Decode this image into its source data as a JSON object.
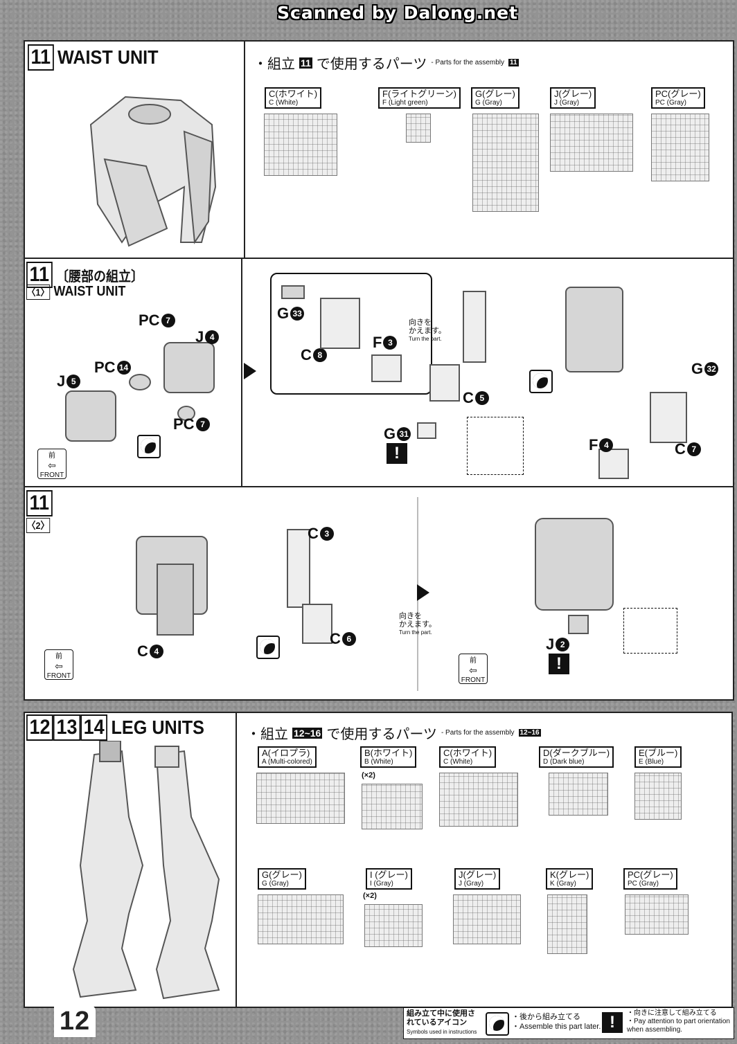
{
  "watermark": "Scanned by Dalong.net",
  "page_number": "12",
  "step11": {
    "step_num": "11",
    "title": "WAIST UNIT",
    "parts_header_pre": "・組立",
    "parts_header_num": "11",
    "parts_header_post": "で使用するパーツ",
    "parts_header_en": "- Parts for the assembly",
    "parts": [
      {
        "jp": "C(ホワイト)",
        "en": "C (White)"
      },
      {
        "jp": "F(ライトグリーン)",
        "en": "F (Light green)"
      },
      {
        "jp": "G(グレー)",
        "en": "G (Gray)"
      },
      {
        "jp": "J(グレー)",
        "en": "J (Gray)"
      },
      {
        "jp": "PC(グレー)",
        "en": "PC (Gray)"
      }
    ]
  },
  "step11_1": {
    "num": "11",
    "sub": "〈1〉",
    "title_jp": "〔腰部の組立〕",
    "title_en": "WAIST UNIT",
    "labels": [
      "PC7",
      "J4",
      "PC14",
      "J5",
      "PC7",
      "G33",
      "C8",
      "F3",
      "C5",
      "G31",
      "G32",
      "F4",
      "C7"
    ],
    "turn_jp": "向きを\nかえます。",
    "turn_en": "Turn the part.",
    "front_jp": "前",
    "front_en": "FRONT"
  },
  "step11_2": {
    "num": "11",
    "sub": "〈2〉",
    "labels": [
      "C3",
      "C4",
      "C6",
      "J2"
    ],
    "turn_jp": "向きを\nかえます。",
    "turn_en": "Turn the part.",
    "front_jp": "前",
    "front_en": "FRONT"
  },
  "step12": {
    "nums": [
      "12",
      "13",
      "14"
    ],
    "title": "LEG UNITS",
    "parts_header_pre": "・組立",
    "parts_header_range": "12~16",
    "parts_header_post": "で使用するパーツ",
    "parts_header_en": "- Parts for the assembly",
    "parts_row1": [
      {
        "jp": "A(イロプラ)",
        "en": "A (Multi-colored)",
        "qty": ""
      },
      {
        "jp": "B(ホワイト)",
        "en": "B (White)",
        "qty": "(×2)"
      },
      {
        "jp": "C(ホワイト)",
        "en": "C (White)",
        "qty": ""
      },
      {
        "jp": "D(ダークブルー)",
        "en": "D (Dark blue)",
        "qty": ""
      },
      {
        "jp": "E(ブルー)",
        "en": "E (Blue)",
        "qty": ""
      }
    ],
    "parts_row2": [
      {
        "jp": "G(グレー)",
        "en": "G (Gray)",
        "qty": ""
      },
      {
        "jp": "I (グレー)",
        "en": "I (Gray)",
        "qty": "(×2)"
      },
      {
        "jp": "J(グレー)",
        "en": "J (Gray)",
        "qty": ""
      },
      {
        "jp": "K(グレー)",
        "en": "K (Gray)",
        "qty": ""
      },
      {
        "jp": "PC(グレー)",
        "en": "PC (Gray)",
        "qty": ""
      }
    ]
  },
  "legend": {
    "title_jp": "組み立て中に使用されているアイコン",
    "title_en": "Symbols used in instructions",
    "later_jp": "・後から組み立てる",
    "later_en": "・Assemble this part later.",
    "attention_jp": "・向きに注意して組み立てる",
    "attention_en": "・Pay attention to part orientation when assembling."
  }
}
